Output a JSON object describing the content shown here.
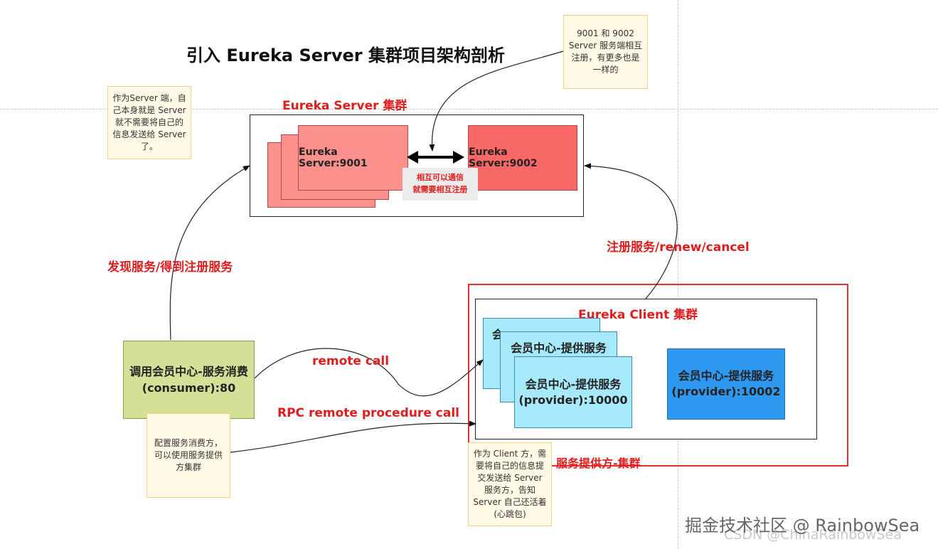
{
  "title": "引入 Eureka Server 集群项目架构剖析",
  "notes": {
    "server_cluster_note": "9001 和 9002 Server 服务端相互注册，有更多也是一样的",
    "server_self_note": "作为Server 端，自己本身就是 Server 就不需要将自己的信息发送给 Server 了。",
    "consumer_note": "配置服务消费方，可以使用服务提供方集群",
    "client_note": "作为 Client 方，需要将自己的信息提交发送给 Server 服务方，告知 Server 自己还活着(心跳包)"
  },
  "server_cluster": {
    "label": "Eureka Server 集群",
    "back_box_partial": "E",
    "server_9001": "Eureka Server:9001",
    "server_9002": "Eureka Server:9002",
    "comm_line1": "相互可以通信",
    "comm_line2": "就需要相互注册"
  },
  "client_cluster": {
    "label": "Eureka Client 集群",
    "provider_back_partial": "会",
    "provider_mid_partial": "会员中心-提供服务",
    "provider_10000_line1": "会员中心-提供服务",
    "provider_10000_line2": "(provider):10000",
    "provider_10002_line1": "会员中心-提供服务",
    "provider_10002_line2": "(provider):10002",
    "provider_cluster_label": "服务提供方-集群"
  },
  "consumer": {
    "line1": "调用会员中心-服务消费",
    "line2": "(consumer):80"
  },
  "edges": {
    "discover": "发现服务/得到注册服务",
    "register": "注册服务/renew/cancel",
    "remote_call": "remote call",
    "rpc": "RPC remote procedure call"
  },
  "watermark": {
    "csdn": "CSDN @ChinaRainbowSea",
    "juejin": "掘金技术社区 @ RainbowSea"
  },
  "colors": {
    "accent_red": "#e01d1d",
    "server_light": "#fb908c",
    "server_dark": "#f86866",
    "client_light": "#a6e9fb",
    "client_dark": "#2f98f0",
    "consumer": "#d2e196",
    "note_bg": "#fff9e6"
  }
}
